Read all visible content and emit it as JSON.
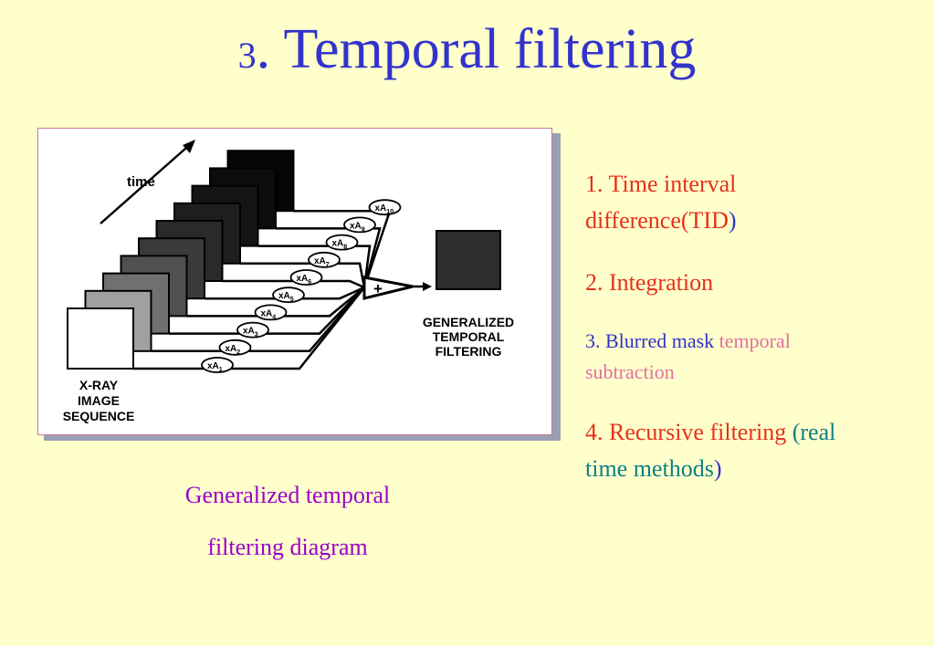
{
  "slide": {
    "title_number": "3",
    "title_text": ". Temporal filtering"
  },
  "figure": {
    "time_label": "time",
    "xray_lines": [
      "X-RAY",
      "IMAGE",
      "SEQUENCE"
    ],
    "gen_lines": [
      "GENERALIZED",
      "TEMPORAL",
      "FILTERING"
    ],
    "sum_symbol": "+",
    "weights": [
      {
        "base": "xA",
        "sub": "1"
      },
      {
        "base": "xA",
        "sub": "2"
      },
      {
        "base": "xA",
        "sub": "3"
      },
      {
        "base": "xA",
        "sub": "4"
      },
      {
        "base": "xA",
        "sub": "5"
      },
      {
        "base": "xA",
        "sub": "6"
      },
      {
        "base": "xA",
        "sub": "7"
      },
      {
        "base": "xA",
        "sub": "8"
      },
      {
        "base": "xA",
        "sub": "9"
      },
      {
        "base": "xA",
        "sub": "10"
      }
    ]
  },
  "caption": {
    "line1": "Generalized  temporal",
    "line2": "filtering diagram"
  },
  "list": {
    "item1_a": "1. Time interval",
    "item1_b": "difference(TID",
    "item1_paren": ")",
    "item2": "2. Integration",
    "item3_a": "3. Blurred mask",
    "item3_b": "temporal",
    "item3_c": "subtraction",
    "item4_a": "4. Recursive filtering",
    "item4_b": "(real",
    "item4_c": "time  methods",
    "item4_paren": ")"
  },
  "colors": {
    "background": "#FFFFCC",
    "title": "#3333CC",
    "caption": "#9900CC",
    "red": "#E8301A",
    "pink": "#E070A0",
    "teal": "#0E7F86"
  }
}
